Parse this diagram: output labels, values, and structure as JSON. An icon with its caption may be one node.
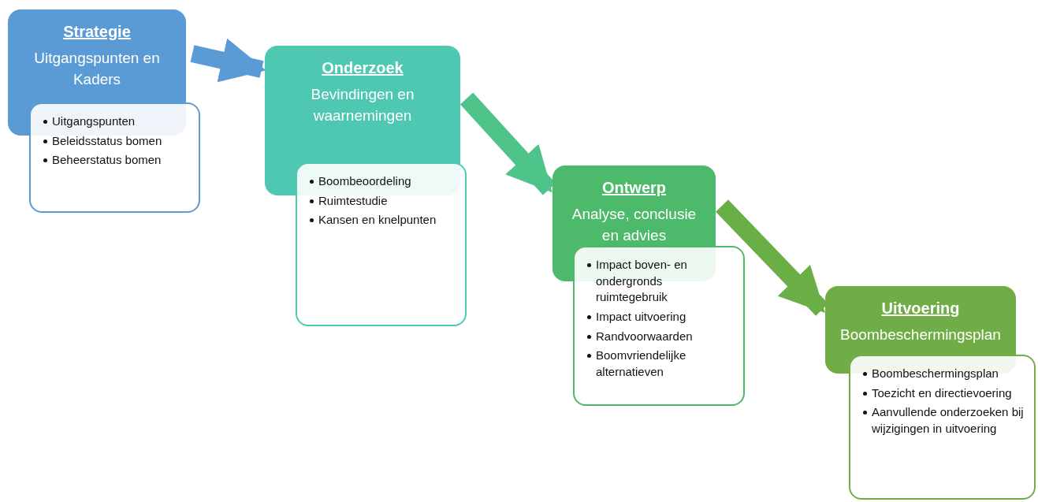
{
  "diagram": {
    "nodes": [
      {
        "text": [
          "Strategie",
          "Uitgangspunten en Kaders"
        ]
      },
      {
        "text": [
          "Uitgangspunten",
          "Beleidsstatus bomen",
          "Beheerstatus bomen"
        ]
      },
      {
        "text": [
          "Onderzoek",
          "Bevindingen en waarnemingen"
        ]
      },
      {
        "text": [
          "Boombeoordeling",
          "Ruimtestudie",
          "Kansen en knelpunten"
        ]
      },
      {
        "text": [
          "Ontwerp",
          "Analyse, conclusie en advies"
        ]
      },
      {
        "text": [
          "Impact boven- en ondergronds ruimtegebruik",
          "Impact uitvoering",
          "Randvoorwaarden",
          "Boomvriendelijke alternatieven"
        ]
      },
      {
        "text": [
          "Uitvoering",
          "Boombeschermingsplan"
        ]
      },
      {
        "text": [
          "Boombeschermingsplan",
          "Toezicht en directievoering",
          "Aanvullende onderzoeken bij wijzigingen in uitvoering"
        ]
      }
    ],
    "edges": [
      {
        "from": 0,
        "to": 2,
        "arrow": "to",
        "color": "#5b9bd5"
      },
      {
        "from": 2,
        "to": 4,
        "arrow": "to",
        "color": "#4fc48a"
      },
      {
        "from": 4,
        "to": 6,
        "arrow": "to",
        "color": "#6aaf45"
      }
    ]
  }
}
